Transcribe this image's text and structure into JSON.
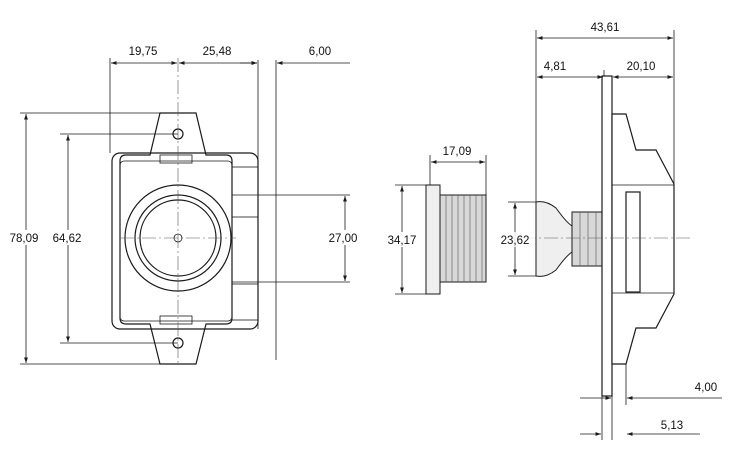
{
  "dimensions": {
    "front_width_left": "19,75",
    "front_width_right": "25,48",
    "front_depth": "6,00",
    "overall_height": "78,09",
    "hole_spacing": "64,62",
    "body_height": "27,00",
    "nut_length": "17,09",
    "nut_diameter": "34,17",
    "button_diameter": "23,62",
    "side_overall": "43,61",
    "side_button": "4,81",
    "side_body": "20,10",
    "flange_thickness": "4,00",
    "flange_offset": "5,13"
  },
  "colors": {
    "line": "#1a1a1a",
    "fill": "#d8d8d8"
  }
}
